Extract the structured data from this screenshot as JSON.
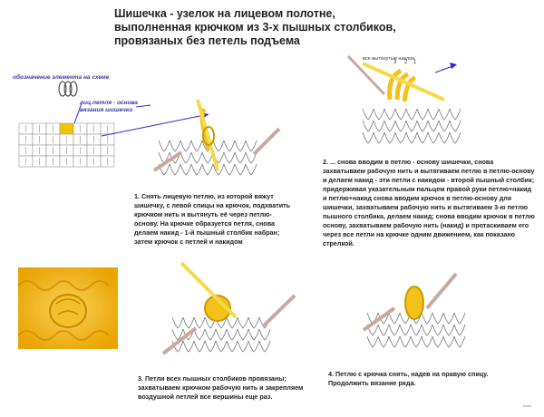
{
  "title": "Шишечка - узелок  на лицевом полотне, выполненная крючком  из 3-х пышных столбиков,  провязаных без петель подъема",
  "legend": {
    "caption": "обозначение элемента на схеме",
    "loop_caption": "лиц.петля - основа вязания шишечки"
  },
  "step2_needle_caption": "все вытянутые наклон",
  "step2_loop_numbers": [
    "3",
    "2",
    "1"
  ],
  "steps": {
    "s1": "1. Снять лицевую петлю, из которой вяжут шишечку,  с левой спицы на крючок, подхватить крючком нить и вытянуть её через петлю- основу. На крючке образуется петля, снова делаем накид  - 1-й пышный столбик набран;  затем крючок с петлей и накидом",
    "s2": "2.  ... снова вводим в петлю - основу шишечки, снова захватываем рабочую нить и вытягиваем петлю в петлю-основу и делаем накид -  эти петли с накидом - второй пышный столбик; придерживая указательным пальцем правой руки  петлю+накид и петлю+накид снова вводим крючок в петлю-основу для шишечки, захватываем рабочую нить и вытягиваем 3-ю петлю пышного столбика, делаем накид;  снова вводим крючок в петлю основу, захватываем рабочую нить (накид) и  протаскиваем его  через  все петли на крючке  одним движением, как показано стрелкой.",
    "s3": "3. Петли всех пышных столбиков провязаны; захватываем крючком рабочую нить и закрепляем воздушной петлей  все вершины еще раз.",
    "s4": "4. Петлю с крючка снять, надев на правую спицу.   Продолжить вязание ряда."
  },
  "signature": "stroki",
  "colors": {
    "yarn": "#f2c21a",
    "yarn_dark": "#c99a00",
    "hook": "#f6d94a",
    "needle": "#c9a8a0",
    "arrow": "#2a2ad0",
    "fabric_line": "#777777",
    "legend_cell": "#f4c400"
  }
}
